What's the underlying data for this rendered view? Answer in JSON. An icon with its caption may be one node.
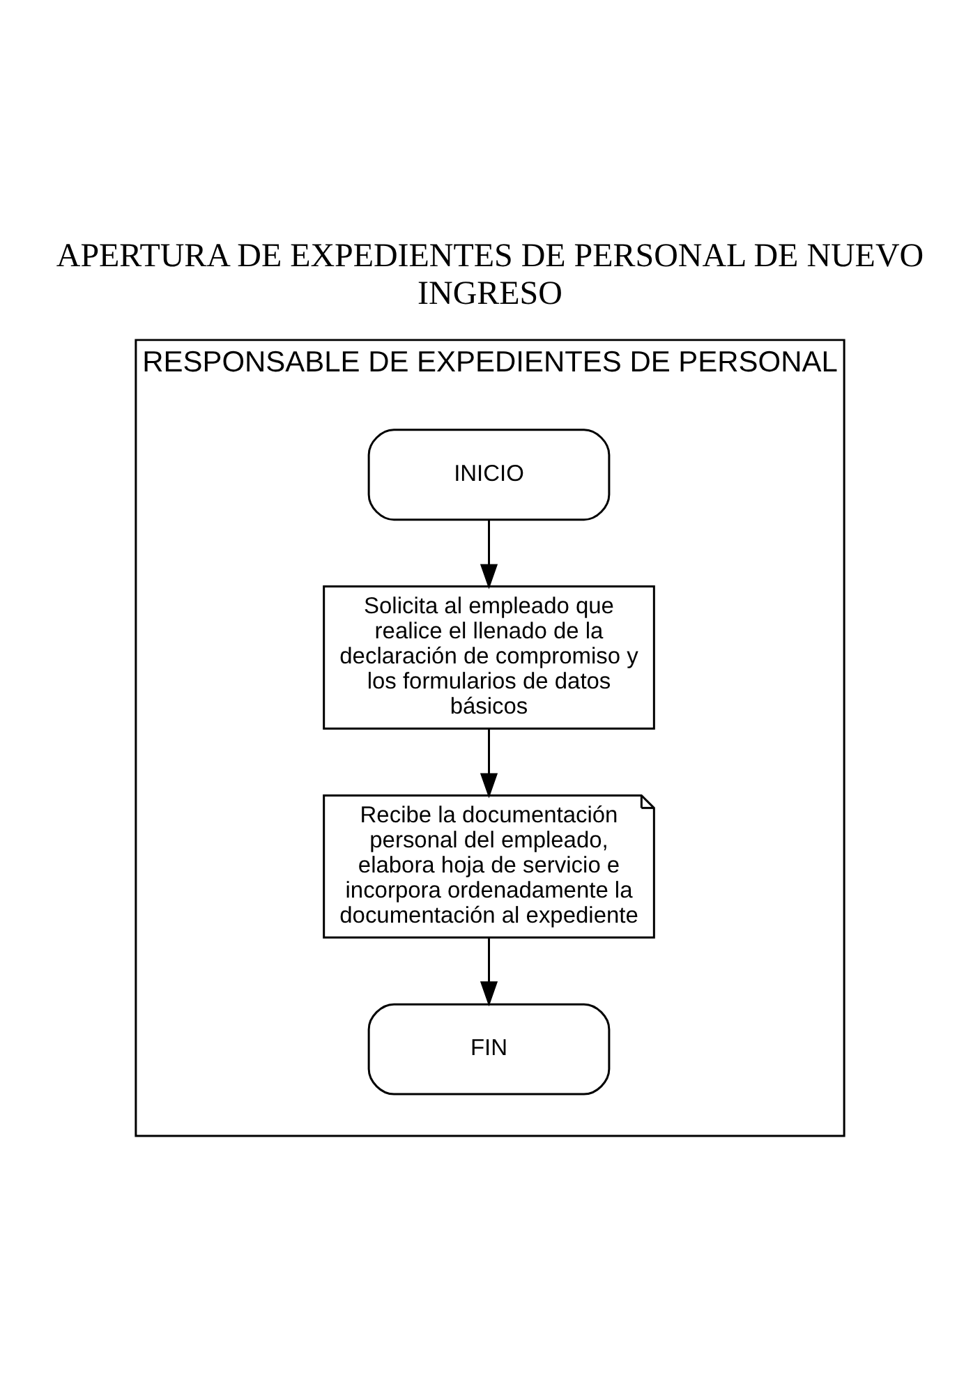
{
  "diagram": {
    "title": "APERTURA DE EXPEDIENTES DE PERSONAL DE NUEVO INGRESO",
    "nodes": [
      {
        "text": [
          "RESPONSABLE DE EXPEDIENTES DE PERSONAL"
        ]
      },
      {
        "text": [
          "INICIO"
        ],
        "in": 0
      },
      {
        "text": [
          "Solicita al empleado que realice el llenado de la declaración de compromiso y los formularios de datos básicos"
        ],
        "in": 0
      },
      {
        "text": [
          "Recibe la documentación personal del empleado, elabora hoja de servicio e incorpora ordenadamente la documentación al expediente"
        ],
        "in": 0
      },
      {
        "text": [
          "FIN"
        ],
        "in": 0
      }
    ],
    "edges": [
      {
        "from": 1,
        "to": 2,
        "arrow": "to"
      },
      {
        "from": 2,
        "to": 3,
        "arrow": "to"
      },
      {
        "from": 3,
        "to": 4,
        "arrow": "to"
      }
    ]
  }
}
